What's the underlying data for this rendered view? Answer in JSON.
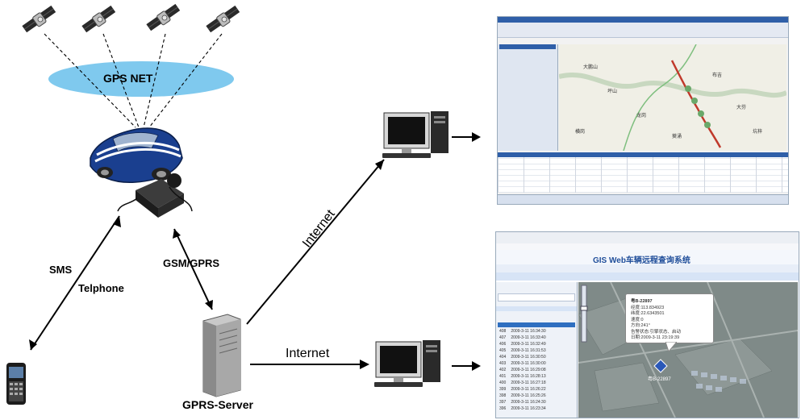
{
  "labels": {
    "gps_net": "GPS NET",
    "sms": "SMS",
    "telphone": "Telphone",
    "gsm_gprs": "GSM/GPRS",
    "internet_upper": "Internet",
    "internet_lower": "Internet",
    "gprs_server": "GPRS-Server"
  },
  "gis_screen": {
    "title": "GIS Web车辆远程查询系统",
    "popup_lines": [
      "粤B-22897",
      "经度:113.834923",
      "纬度:22.6343501",
      "速度:0",
      "方向:241°",
      "告警状态:引擎状态、启动",
      "日期:2009-3-11 23:19:39"
    ],
    "vehicle_label": "粤B-22897",
    "list_rows": [
      "2009-3-11 16:34:30",
      "2009-3-11 16:33:40",
      "2009-3-11 16:32:49",
      "2009-3-11 16:31:53",
      "2009-3-11 16:30:50",
      "2009-3-11 16:30:00",
      "2009-3-11 16:29:08",
      "2009-3-11 16:28:13",
      "2009-3-11 16:27:18",
      "2009-3-11 16:26:22",
      "2009-3-11 16:25:26",
      "2009-3-11 16:24:30",
      "2009-3-11 16:23:34"
    ],
    "list_row_numbers": [
      "408",
      "407",
      "406",
      "405",
      "404",
      "403",
      "402",
      "401",
      "400",
      "399",
      "398",
      "397",
      "396"
    ],
    "colors": {
      "title_blue": "#1f4e9a",
      "bar_blue": "#d7e4f6",
      "map_gray": "#7f8a88"
    }
  },
  "desktop_screen": {
    "map_places": [
      "大鹏山",
      "坪山",
      "龙岗",
      "横岗",
      "布吉",
      "大芬",
      "葵涌",
      "坑梓"
    ],
    "colors": {
      "map_bg": "#f0efe6",
      "route_red": "#c0392b",
      "panel_blue": "#2f5fa8"
    }
  },
  "colors": {
    "cloud_blue": "#7fc9ee",
    "line_black": "#000000",
    "car_blue": "#1a3f8f"
  }
}
